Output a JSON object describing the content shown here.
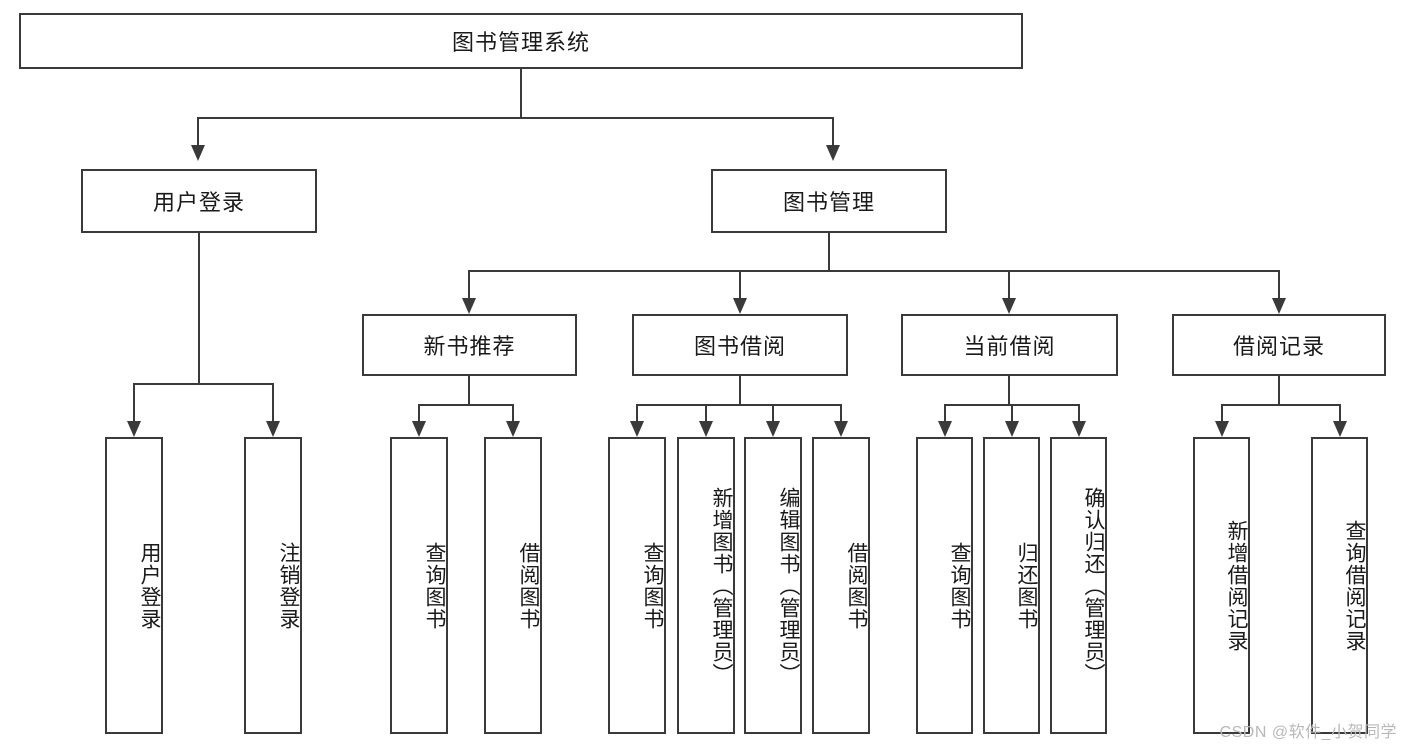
{
  "diagram": {
    "title": "图书管理系统",
    "type": "tree",
    "root": {
      "label": "图书管理系统"
    },
    "level2": [
      {
        "label": "用户登录"
      },
      {
        "label": "图书管理"
      }
    ],
    "level3": [
      {
        "label": "新书推荐"
      },
      {
        "label": "图书借阅"
      },
      {
        "label": "当前借阅"
      },
      {
        "label": "借阅记录"
      }
    ],
    "leaves": {
      "user_login": [
        {
          "label": "用户登录"
        },
        {
          "label": "注销登录"
        }
      ],
      "new_book_recommend": [
        {
          "label": "查询图书"
        },
        {
          "label": "借阅图书"
        }
      ],
      "book_borrow": [
        {
          "label": "查询图书"
        },
        {
          "label": "新增图书（管理员）"
        },
        {
          "label": "编辑图书（管理员）"
        },
        {
          "label": "借阅图书"
        }
      ],
      "current_borrow": [
        {
          "label": "查询图书"
        },
        {
          "label": "归还图书"
        },
        {
          "label": "确认归还（管理员）"
        }
      ],
      "borrow_record": [
        {
          "label": "新增借阅记录"
        },
        {
          "label": "查询借阅记录"
        }
      ]
    }
  },
  "watermark": {
    "text": "CSDN @软件_小贺同学"
  },
  "colors": {
    "stroke": "#3a3a3a",
    "background": "#ffffff",
    "text": "#1a1a1a",
    "watermark": "#b8b8b8"
  }
}
